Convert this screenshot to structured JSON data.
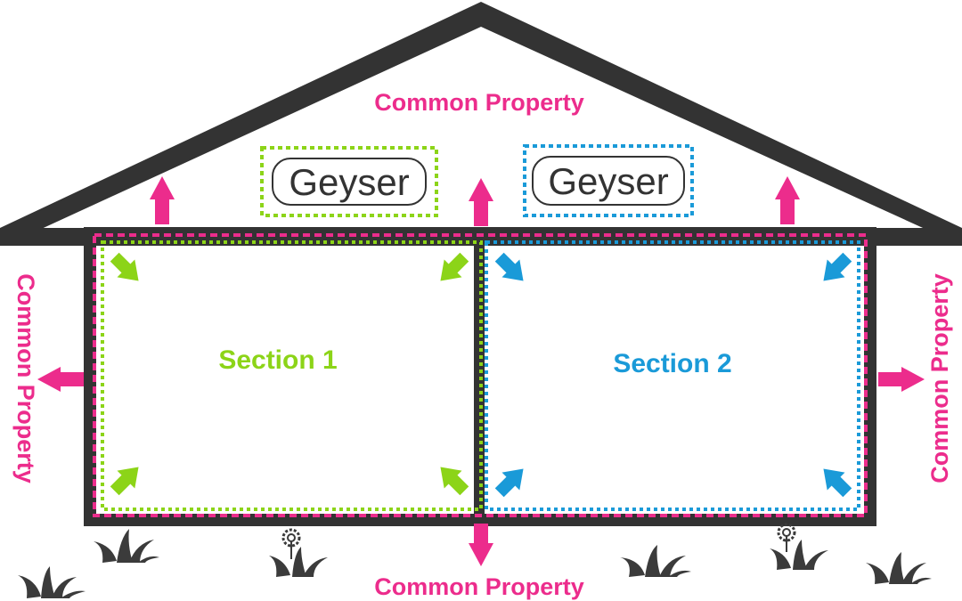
{
  "labels": {
    "common_property_top": "Common Property",
    "common_property_bottom": "Common Property",
    "common_property_left": "Common Property",
    "common_property_right": "Common Property",
    "section_1": "Section 1",
    "section_2": "Section 2",
    "geyser_1": "Geyser",
    "geyser_2": "Geyser"
  },
  "colors": {
    "common_property": "#ec2c8c",
    "section_1": "#8cd418",
    "section_2": "#1a9ad8",
    "outline": "#333333",
    "grass": "#3b3b3b"
  }
}
